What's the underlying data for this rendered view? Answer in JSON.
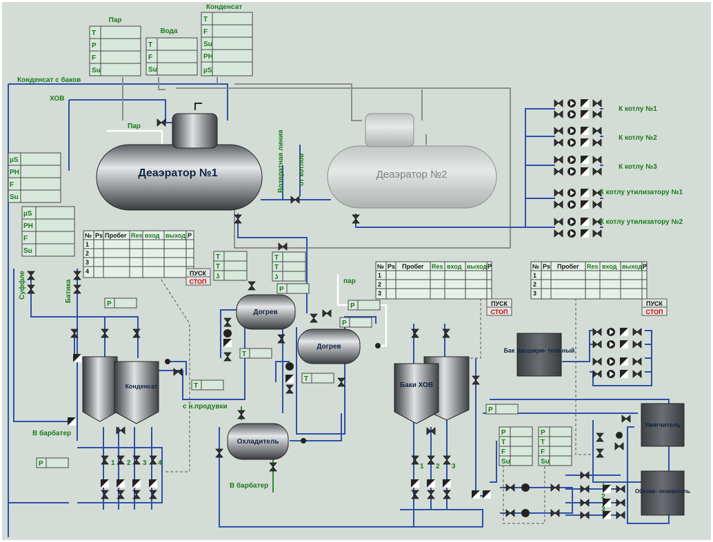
{
  "colors": {
    "background": "#d4dcd6",
    "pipe_blue": "#2b4fa8",
    "pipe_gray": "#8c8c8c",
    "label_green": "#1a7a1a",
    "stop_red": "#d00000"
  },
  "labels": {
    "par": "Пар",
    "voda": "Вода",
    "kondensat": "Конденсат",
    "kondensat_s_bakov": "Конденсат с баков",
    "hov": "ХОВ",
    "par_line": "Пар",
    "vozvratnaya": "Возвратная линия",
    "ot_kotlov": "от котлов",
    "suffle": "Суффле",
    "batika": "Батика",
    "v_barbater_1": "В барбатер",
    "v_barbater_2": "В барбатер",
    "s_n_produvki": "с н.продувки",
    "par_right": "пар"
  },
  "boiler_lines": [
    "К котлу №1",
    "К котлу №2",
    "К котлу №3",
    "К котлу утилизатору №1",
    "К котлу утилизатору №2"
  ],
  "param_tables": {
    "par": [
      "T",
      "P",
      "F",
      "Su"
    ],
    "voda": [
      "T",
      "F",
      "Su"
    ],
    "kondensat": [
      "T",
      "F",
      "Su",
      "PH",
      "µS"
    ],
    "left1": [
      "µS",
      "PH",
      "F",
      "Su"
    ],
    "left2": [
      "µS",
      "PH",
      "F",
      "Su"
    ],
    "tt1": [
      "T",
      "T",
      "ʖ"
    ],
    "tt2": [
      "T",
      "T",
      "ʖ"
    ],
    "bottom1": [
      "P",
      "T",
      "F",
      "Su"
    ],
    "bottom2": [
      "P",
      "T",
      "F",
      "Su"
    ]
  },
  "readouts": {
    "p": "P",
    "t": "T"
  },
  "pump_table": {
    "headers": [
      "№",
      "Ps",
      "Пробег",
      "Res",
      "вход",
      "выход",
      "P"
    ],
    "rows": [
      "1",
      "2",
      "3",
      "4"
    ],
    "rows3": [
      "1",
      "2",
      "3"
    ],
    "pusk": "ПУСК",
    "stop": "СТОП"
  },
  "tanks": {
    "deaerator1": "Деаэратор №1",
    "deaerator2": "Деаэратор №2",
    "dogrev1": "Догрев",
    "dogrev2": "Догрев",
    "kondensat_tank": "Конденсат",
    "ohladitel": "Охладитель",
    "baki_hov": "Баки ХОВ",
    "bak_rasshir": "Бак расшири- тельный",
    "umyagchitel": "Умягчитель",
    "obezzhelez": "Обезже- лезиватель"
  },
  "valve_numbers": [
    "1",
    "2",
    "3",
    "4"
  ],
  "valve_numbers3": [
    "1",
    "2",
    "3"
  ]
}
